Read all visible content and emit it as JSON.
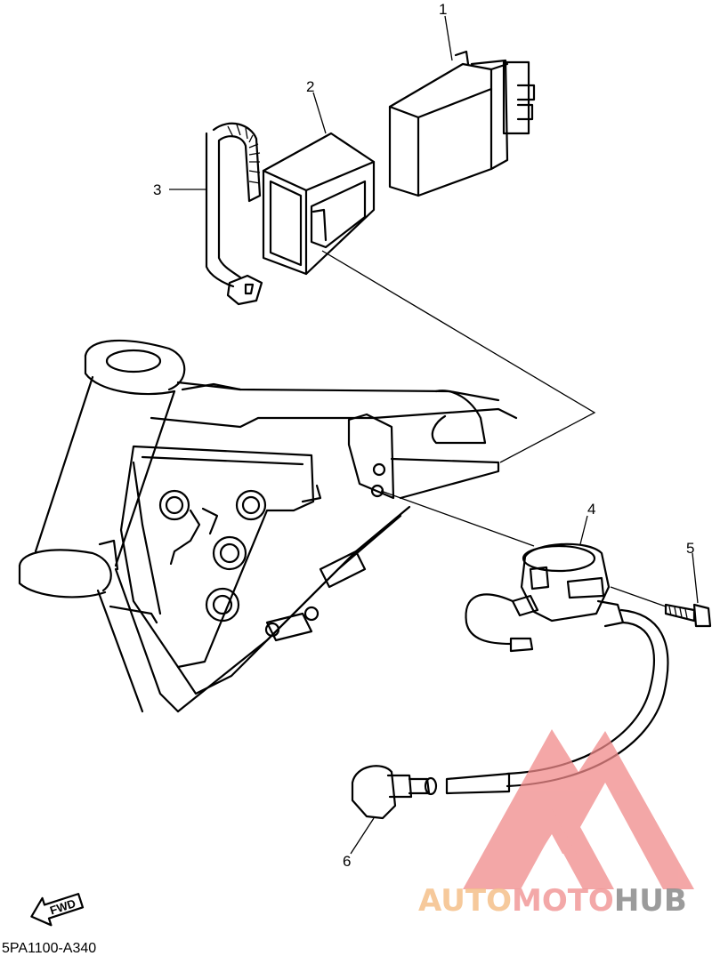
{
  "callouts": [
    {
      "id": "1",
      "label": "1"
    },
    {
      "id": "2",
      "label": "2"
    },
    {
      "id": "3",
      "label": "3"
    },
    {
      "id": "4",
      "label": "4"
    },
    {
      "id": "5",
      "label": "5"
    },
    {
      "id": "6",
      "label": "6"
    }
  ],
  "diagram_code": "5PA1100-A340",
  "fwd_label": "FWD",
  "watermark": {
    "part1": "AUTO",
    "part2": "MOTO",
    "part3": "HUB",
    "color_auto": "#f5c08a",
    "color_moto": "#f29a9a",
    "color_hub": "#8a8a8a",
    "logo_color": "#f08a8a"
  }
}
